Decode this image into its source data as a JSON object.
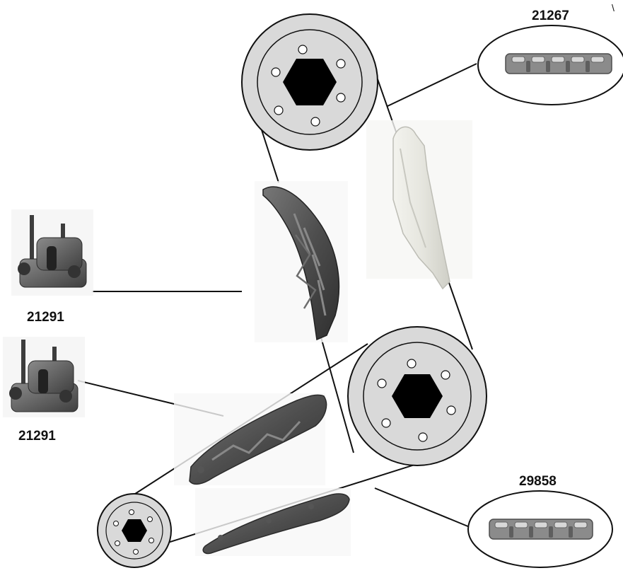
{
  "diagram": {
    "labels": {
      "upper_chain": "21267",
      "tensioner_1": "21291",
      "tensioner_2": "21291",
      "lower_chain": "29858",
      "corner_mark": "\\"
    }
  },
  "colors": {
    "sprocket_fill": "#d9d9d9",
    "sprocket_stroke": "#111111",
    "hex_hub": "#000000",
    "bolt_hole": "#ffffff",
    "guide_dark": "#4a4a4a",
    "guide_light": "#e9e9e4",
    "chain_link": "#7d7d7d",
    "line": "#111111"
  },
  "icons": {
    "sprockets": [
      "sprocket-icon",
      "sprocket-icon",
      "sprocket-icon"
    ],
    "tensioner": "tensioner-icon",
    "chain": "chain-link-icon",
    "guide": "chain-guide-icon"
  }
}
